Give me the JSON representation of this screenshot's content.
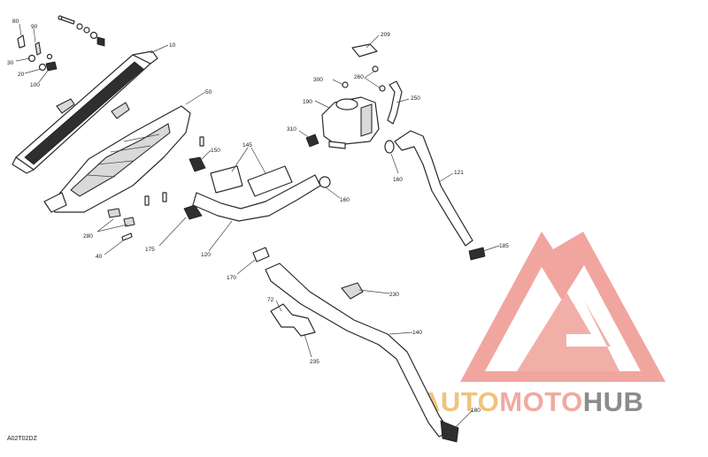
{
  "diagram": {
    "code": "A02T02DZ",
    "callouts": {
      "c80": "80",
      "c90": "90",
      "c30": "30",
      "c20": "20",
      "c100": "100",
      "c10": "10",
      "c50": "50",
      "c150": "150",
      "c145": "145",
      "c280": "280",
      "c40": "40",
      "c175": "175",
      "c120": "120",
      "c170": "170",
      "c72": "72",
      "c235": "235",
      "c140": "140",
      "c230": "230",
      "c160a": "160",
      "c160b": "160",
      "c209": "209",
      "c300": "300",
      "c260": "260",
      "c250": "250",
      "c190": "190",
      "c310": "310",
      "c121": "121",
      "c185": "185",
      "c180": "180"
    }
  },
  "watermark": {
    "part1": "AUTO",
    "part2": "MOTO",
    "part3": "HUB",
    "colors": {
      "auto": "#f2c27a",
      "moto": "#f2a9a0",
      "hub": "#8c8c8c",
      "logo": "#f0a29a"
    }
  }
}
